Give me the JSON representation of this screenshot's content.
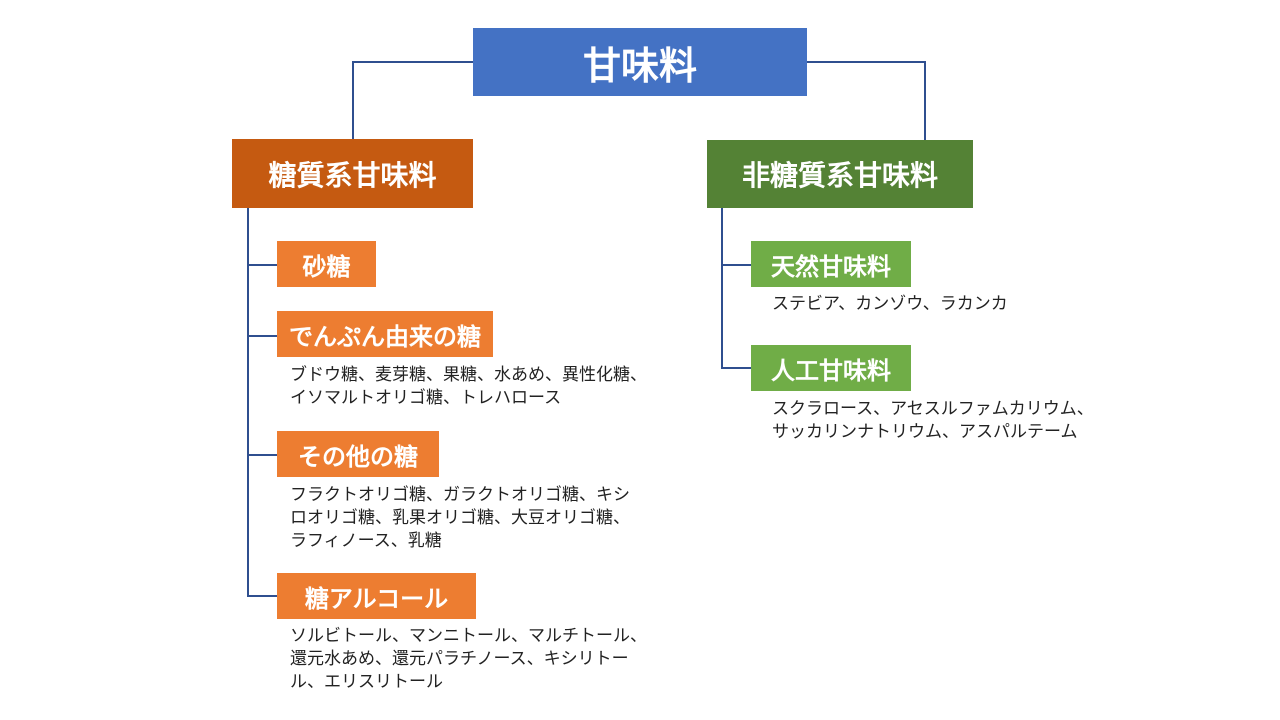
{
  "root": {
    "label": "甘味料"
  },
  "left": {
    "label": "糖質系甘味料",
    "items": [
      {
        "label": "砂糖",
        "desc": ""
      },
      {
        "label": "でんぷん由来の糖",
        "desc": "ブドウ糖、麦芽糖、果糖、水あめ、異性化糖、\nイソマルトオリゴ糖、トレハロース"
      },
      {
        "label": "その他の糖",
        "desc": "フラクトオリゴ糖、ガラクトオリゴ糖、キシ\nロオリゴ糖、乳果オリゴ糖、大豆オリゴ糖、\nラフィノース、乳糖"
      },
      {
        "label": "糖アルコール",
        "desc": "ソルビトール、マンニトール、マルチトール、\n還元水あめ、還元パラチノース、キシリトー\nル、エリスリトール"
      }
    ]
  },
  "right": {
    "label": "非糖質系甘味料",
    "items": [
      {
        "label": "天然甘味料",
        "desc": "ステビア、カンゾウ、ラカンカ"
      },
      {
        "label": "人工甘味料",
        "desc": "スクラロース、アセスルファムカリウム、\nサッカリンナトリウム、アスパルテーム"
      }
    ]
  },
  "colors": {
    "root": "#4472c4",
    "left_category": "#c55a11",
    "left_item": "#ed7d31",
    "right_category": "#548235",
    "right_item": "#70ad47",
    "connector": "#2f4f8f"
  }
}
